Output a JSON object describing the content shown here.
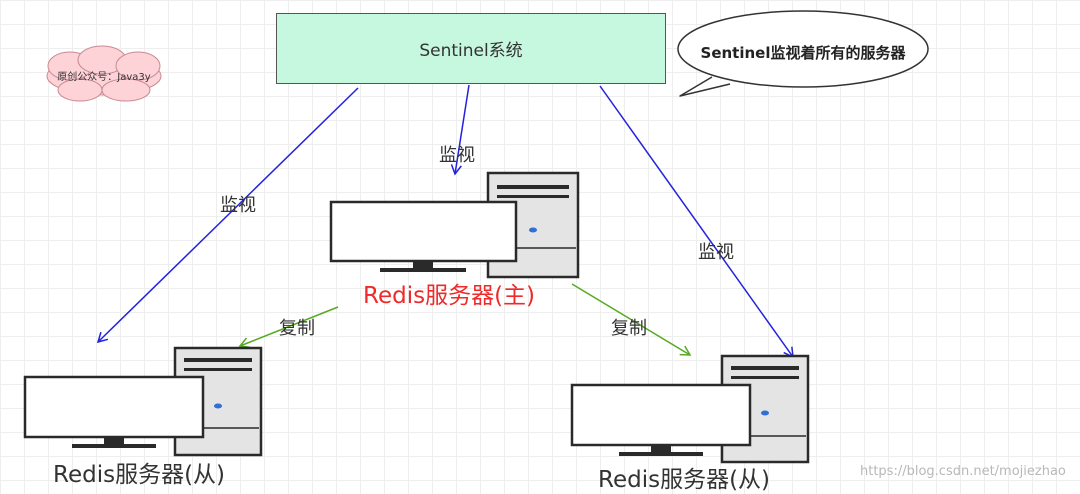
{
  "sentinel_system": {
    "label": "Sentinel系统",
    "fill": "#c6f7df"
  },
  "speech_bubble": {
    "text": "Sentinel监视着所有的服务器"
  },
  "cloud_note": {
    "text": "原创公众号：Java3y",
    "fill": "#fdd3d8"
  },
  "edges": {
    "monitor_label": "监视",
    "replicate_label": "复制",
    "monitor_color": "#2222dd",
    "replicate_color": "#55aa22"
  },
  "servers": {
    "master": {
      "label": "Redis服务器(主)",
      "label_color": "#ee2a2a"
    },
    "slave_left": {
      "label": "Redis服务器(从)"
    },
    "slave_right": {
      "label": "Redis服务器(从)"
    }
  },
  "watermark": "https://blog.csdn.net/mojiezhao"
}
